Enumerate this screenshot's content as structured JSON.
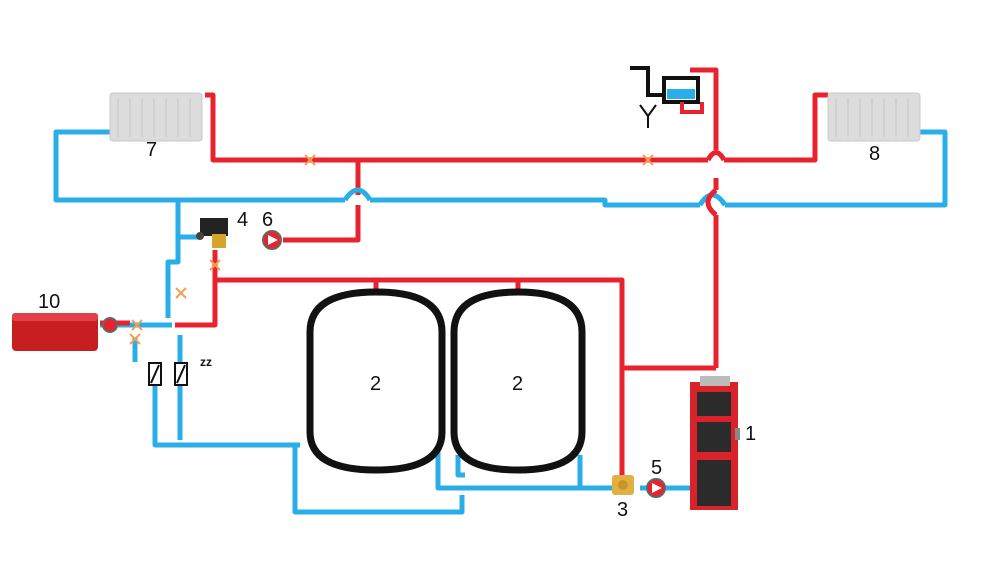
{
  "labels": {
    "boiler": "1",
    "tank_left": "2",
    "tank_right": "2",
    "mixing_valve": "3",
    "three_way_valve": "4",
    "pump_boiler": "5",
    "pump_heating": "6",
    "radiator_left": "7",
    "radiator_right": "8",
    "water_heater": "10",
    "check_valves": "zz"
  },
  "colors": {
    "supply": "#e8222e",
    "return": "#2aaee8",
    "boiler_body": "#d9232a",
    "tank_outline": "#111111"
  },
  "icons": [
    "radiator",
    "boiler",
    "storage-tank",
    "circulation-pump",
    "valve",
    "expansion-tank",
    "water-heater",
    "check-valve",
    "shutoff-cross"
  ]
}
